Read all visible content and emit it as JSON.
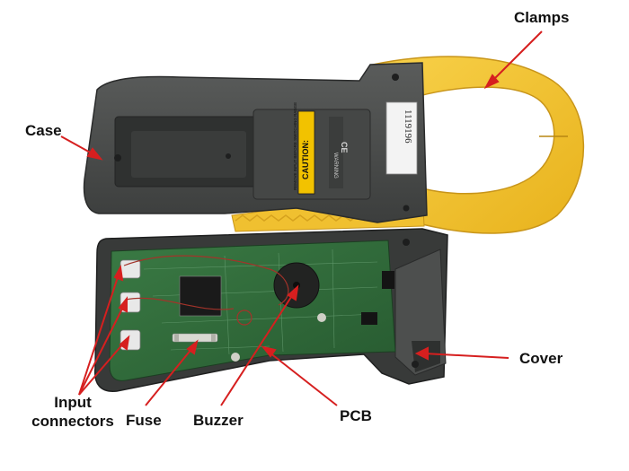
{
  "labels": {
    "clamps": "Clamps",
    "case": "Case",
    "cover": "Cover",
    "input_line1": "Input",
    "input_line2": "connectors",
    "fuse": "Fuse",
    "buzzer": "Buzzer",
    "pcb": "PCB"
  },
  "device": {
    "caution_title": "CAUTION:",
    "caution_text": "REMOVE INPUT BEFORE SWITCHING RANGE",
    "serial": "1119196",
    "warning_tag": "WARNING",
    "ce_mark": "CE"
  },
  "colors": {
    "leader": "#d61f1f",
    "case": "#4a4c4b",
    "clamp": "#f4c630",
    "pcb": "#2f6b3a",
    "caution": "#f2c200"
  }
}
